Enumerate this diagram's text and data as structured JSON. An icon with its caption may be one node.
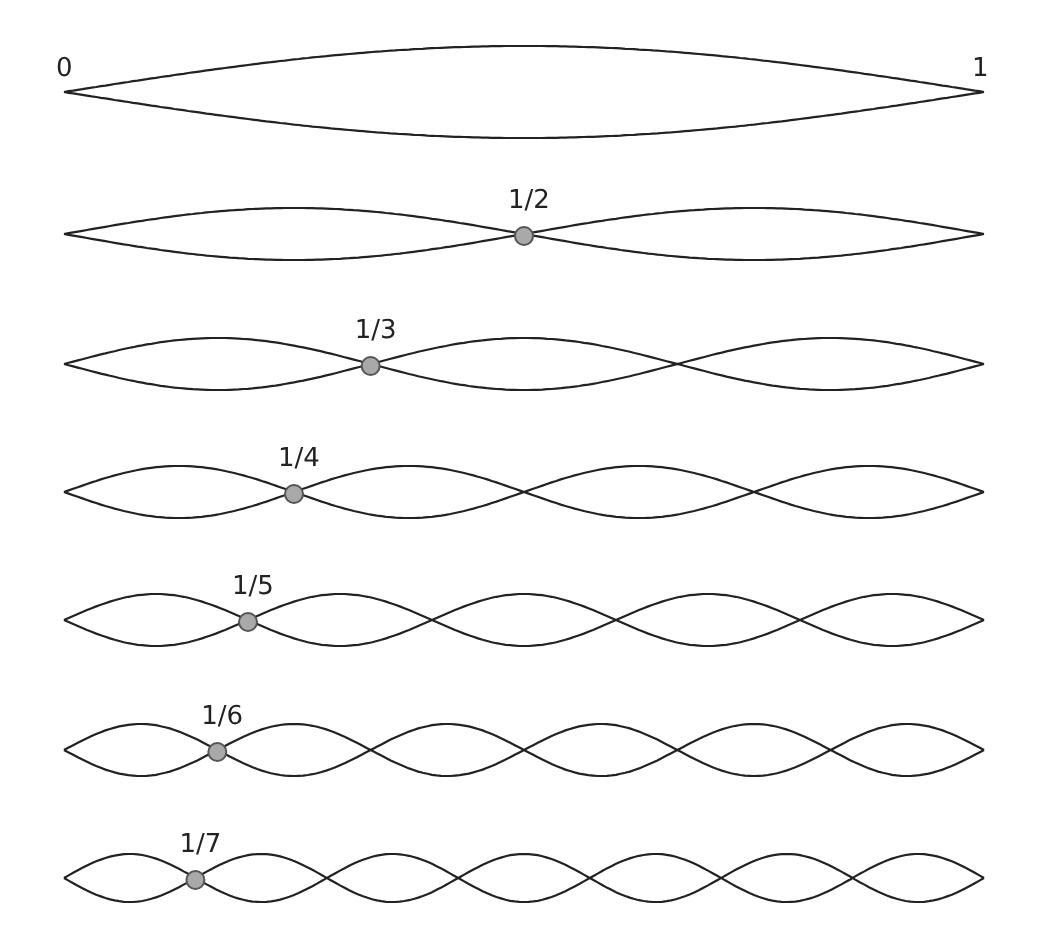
{
  "diagram": {
    "labels": [
      "0",
      "1",
      "1/2",
      "1/3",
      "1/4",
      "1/5",
      "1/6",
      "1/7"
    ]
  }
}
